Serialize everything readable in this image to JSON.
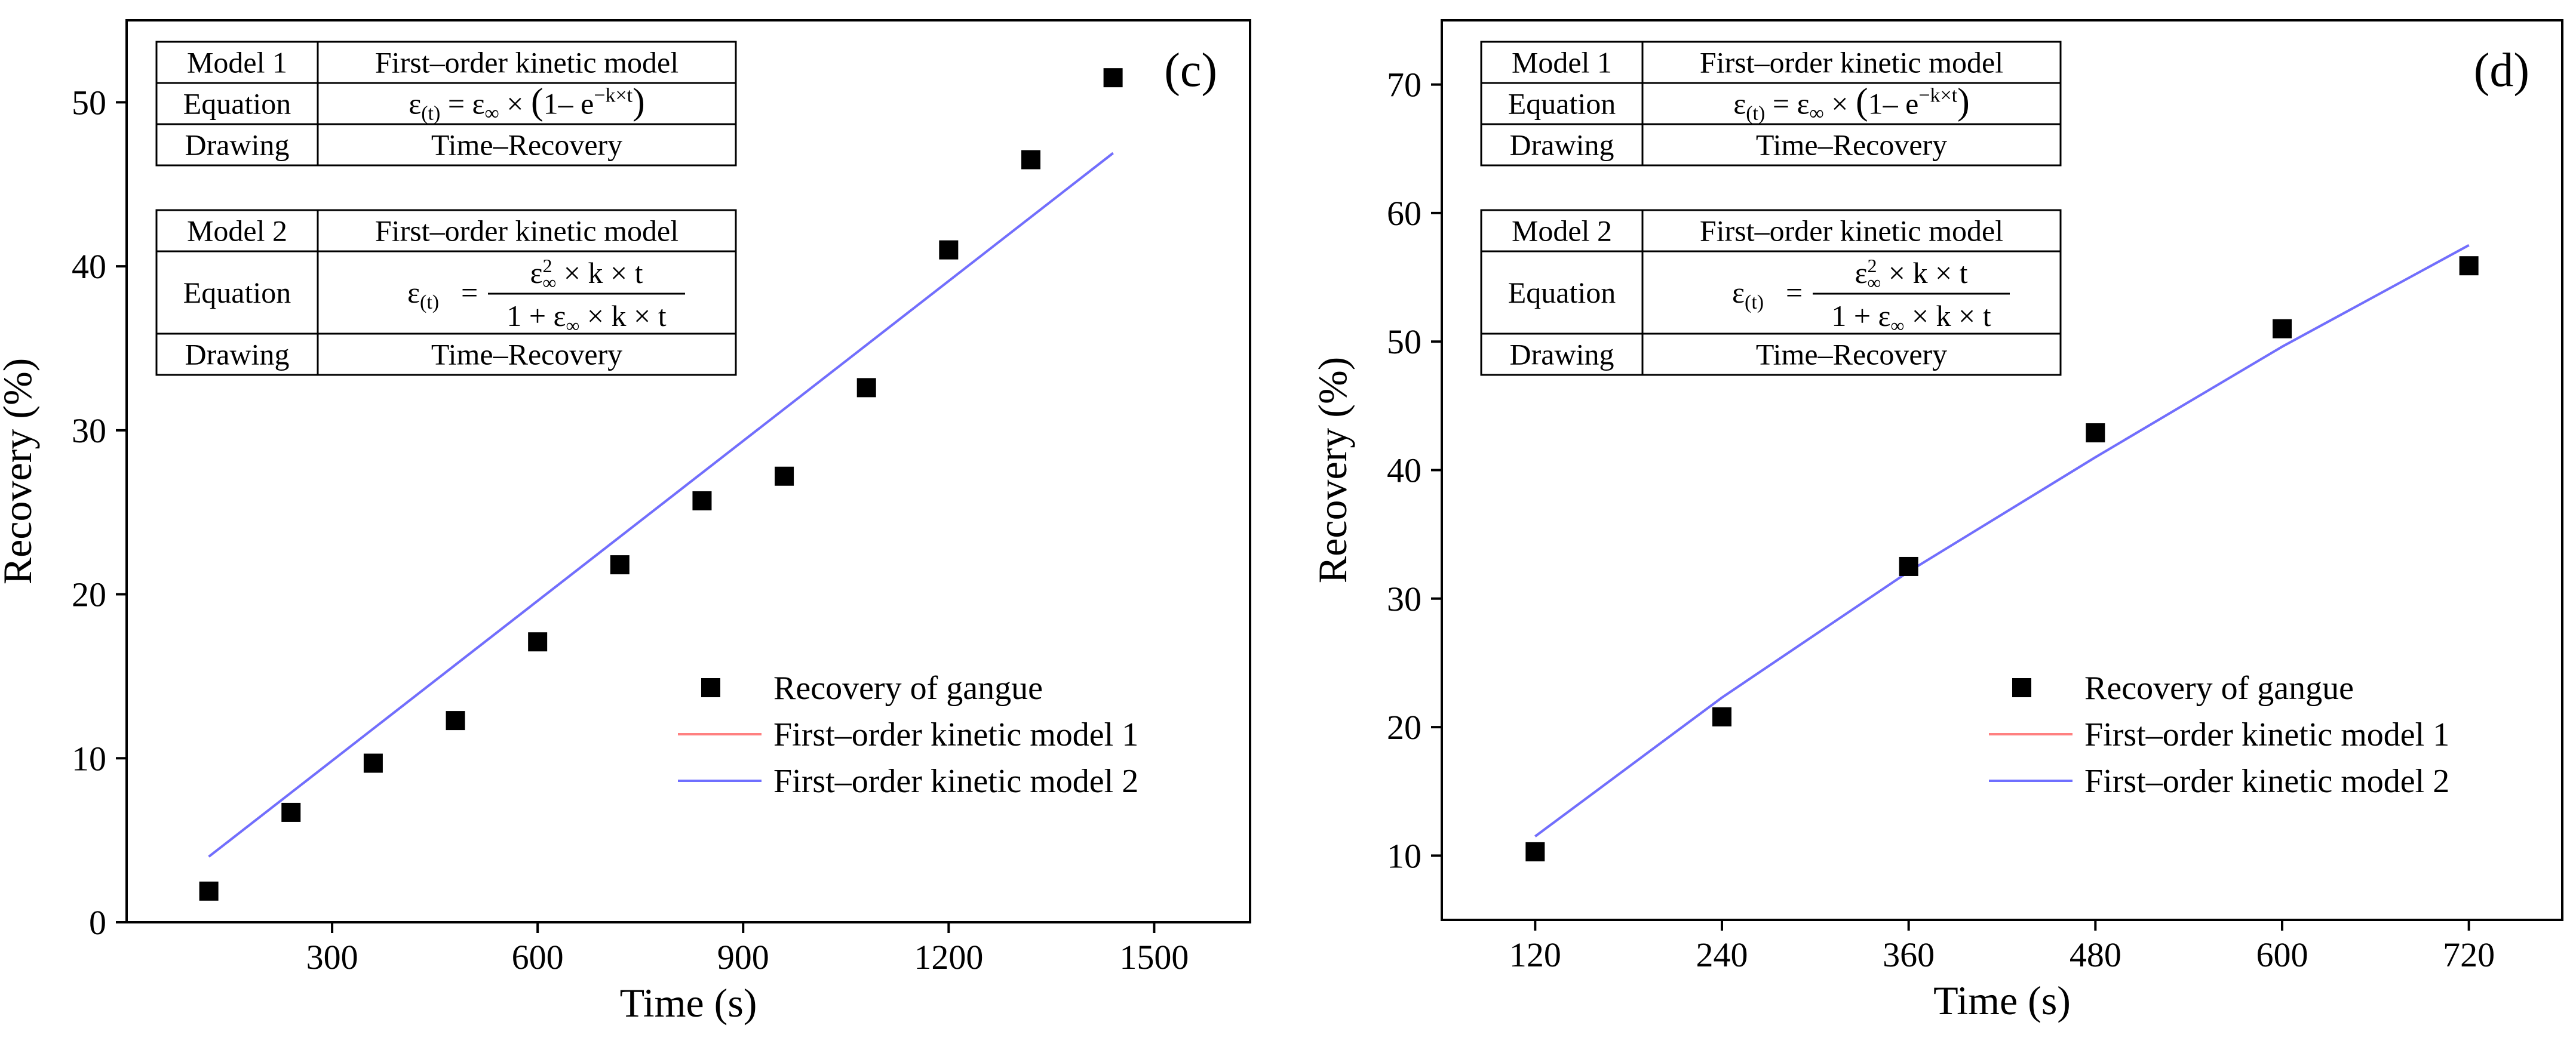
{
  "figure": {
    "legend": {
      "scatter": "Recovery of gangue",
      "model1": "First–order kinetic model 1",
      "model2": "First–order kinetic model 2"
    },
    "table": {
      "model1_label": "Model 1",
      "model2_label": "Model 2",
      "model_name": "First–order kinetic model",
      "equation_label": "Equation",
      "drawing_label": "Drawing",
      "drawing_value": "Time–Recovery",
      "eq1": {
        "lhs": "ε",
        "lhs_sub": "(t)",
        "mid": " = ε",
        "inf": "∞",
        "rest": " × ",
        "bracket_open": "(",
        "one": "1– e",
        "exp": "−k×t",
        "bracket_close": ")"
      },
      "eq2": {
        "lhs": "ε",
        "lhs_sub": "(t)",
        "equals": "=",
        "num_eps": "ε",
        "num_sup": "2",
        "num_sub": "∞",
        "num_rest": " × k × t",
        "den_pre": "1 + ε",
        "den_sub": "∞",
        "den_rest": " × k × t"
      }
    },
    "colors": {
      "scatter": "#000000",
      "model1": "#ff8080",
      "model2": "#6f6fff",
      "axis": "#000000"
    }
  },
  "chart_data": [
    {
      "type": "scatter",
      "panel_label": "(c)",
      "xlabel": "Time (s)",
      "ylabel": "Recovery (%)",
      "xlim": [
        0,
        1640
      ],
      "ylim": [
        0,
        55
      ],
      "xticks": [
        300,
        600,
        900,
        1200,
        1500
      ],
      "yticks": [
        0,
        10,
        20,
        30,
        40,
        50
      ],
      "x": [
        120,
        240,
        360,
        480,
        600,
        720,
        840,
        960,
        1080,
        1200,
        1320,
        1440
      ],
      "series": [
        {
          "name": "Recovery of gangue",
          "type": "scatter",
          "values": [
            1.9,
            6.7,
            9.7,
            12.3,
            17.1,
            21.8,
            25.7,
            27.2,
            32.6,
            41.0,
            46.5,
            51.5
          ]
        },
        {
          "name": "First–order kinetic model 1",
          "type": "line",
          "x": [
            120,
            1440
          ],
          "values": [
            4.0,
            46.9
          ]
        },
        {
          "name": "First–order kinetic model 2",
          "type": "line",
          "x": [
            120,
            1440
          ],
          "values": [
            4.0,
            46.9
          ]
        }
      ],
      "legend": "lower-right",
      "grid": false
    },
    {
      "type": "scatter",
      "panel_label": "(d)",
      "xlabel": "Time (s)",
      "ylabel": "Recovery (%)",
      "xlim": [
        60,
        780
      ],
      "ylim": [
        5,
        75
      ],
      "xticks": [
        120,
        240,
        360,
        480,
        600,
        720
      ],
      "yticks": [
        10,
        20,
        30,
        40,
        50,
        60,
        70
      ],
      "x": [
        120,
        240,
        360,
        480,
        600,
        720
      ],
      "series": [
        {
          "name": "Recovery of gangue",
          "type": "scatter",
          "values": [
            10.3,
            20.8,
            32.5,
            42.9,
            51.0,
            55.9
          ]
        },
        {
          "name": "First–order kinetic model 1",
          "type": "line",
          "x": [
            120,
            240,
            360,
            480,
            600,
            720
          ],
          "values": [
            11.5,
            22.3,
            32.1,
            41.0,
            49.6,
            57.5
          ]
        },
        {
          "name": "First–order kinetic model 2",
          "type": "line",
          "x": [
            120,
            240,
            360,
            480,
            600,
            720
          ],
          "values": [
            11.5,
            22.3,
            32.1,
            41.0,
            49.6,
            57.5
          ]
        }
      ],
      "legend": "lower-right",
      "grid": false
    }
  ]
}
